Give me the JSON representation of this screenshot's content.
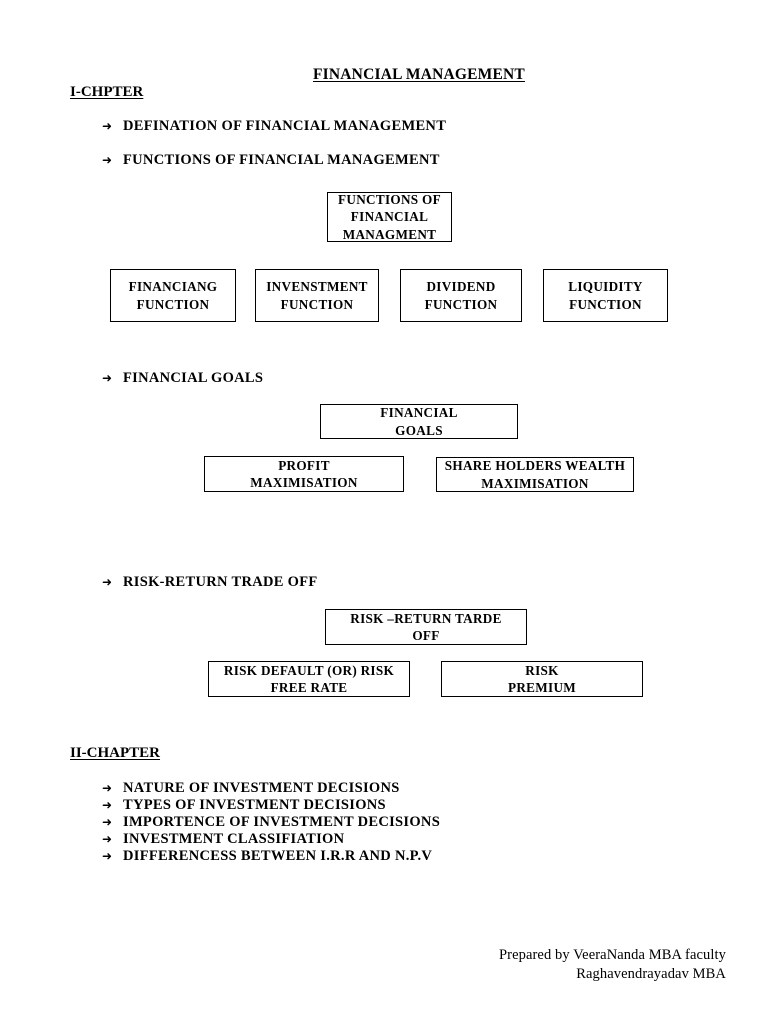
{
  "document": {
    "title": "FINANCIAL MANAGEMENT",
    "bullet_glyph": "➜"
  },
  "chapter_one": {
    "heading": "I-CHPTER",
    "topics": [
      {
        "label": "DEFINATION OF FINANCIAL MANAGEMENT"
      },
      {
        "label": "FUNCTIONS OF FINANCIAL MANAGEMENT"
      },
      {
        "label": "FINANCIAL GOALS"
      },
      {
        "label": "RISK-RETURN TRADE OFF"
      }
    ]
  },
  "diagrams": {
    "functions_of_financial_management": {
      "root": {
        "lines": [
          "FUNCTIONS OF",
          "FINANCIAL",
          "MANAGMENT"
        ]
      },
      "children": [
        {
          "lines": [
            "FINANCIANG",
            "FUNCTION"
          ]
        },
        {
          "lines": [
            "INVENSTMENT",
            "FUNCTION"
          ]
        },
        {
          "lines": [
            "DIVIDEND",
            "FUNCTION"
          ]
        },
        {
          "lines": [
            "LIQUIDITY",
            "FUNCTION"
          ]
        }
      ]
    },
    "financial_goals": {
      "root": {
        "lines": [
          "FINANCIAL",
          "GOALS"
        ]
      },
      "children": [
        {
          "lines": [
            "PROFIT",
            "MAXIMISATION"
          ]
        },
        {
          "lines": [
            "SHARE HOLDERS WEALTH",
            "MAXIMISATION"
          ]
        }
      ]
    },
    "risk_return_trade_off": {
      "root": {
        "lines": [
          "RISK –RETURN TARDE",
          "OFF"
        ]
      },
      "children": [
        {
          "lines": [
            "RISK DEFAULT (OR) RISK",
            "FREE RATE"
          ]
        },
        {
          "lines": [
            "RISK",
            "PREMIUM"
          ]
        }
      ]
    }
  },
  "chapter_two": {
    "heading": "II-CHAPTER",
    "topics": [
      {
        "label": "NATURE OF INVESTMENT DECISIONS"
      },
      {
        "label": "TYPES OF INVESTMENT DECISIONS"
      },
      {
        "label": "IMPORTENCE OF INVESTMENT DECISIONS"
      },
      {
        "label": "INVESTMENT CLASSIFIATION"
      },
      {
        "label": "DIFFERENCESS BETWEEN I.R.R AND N.P.V"
      }
    ]
  },
  "footer": {
    "line1": "Prepared by VeeraNanda MBA faculty",
    "line2": "Raghavendrayadav MBA"
  },
  "colors": {
    "page_background": "#ffffff",
    "text": "#000000",
    "box_border": "#000000"
  }
}
